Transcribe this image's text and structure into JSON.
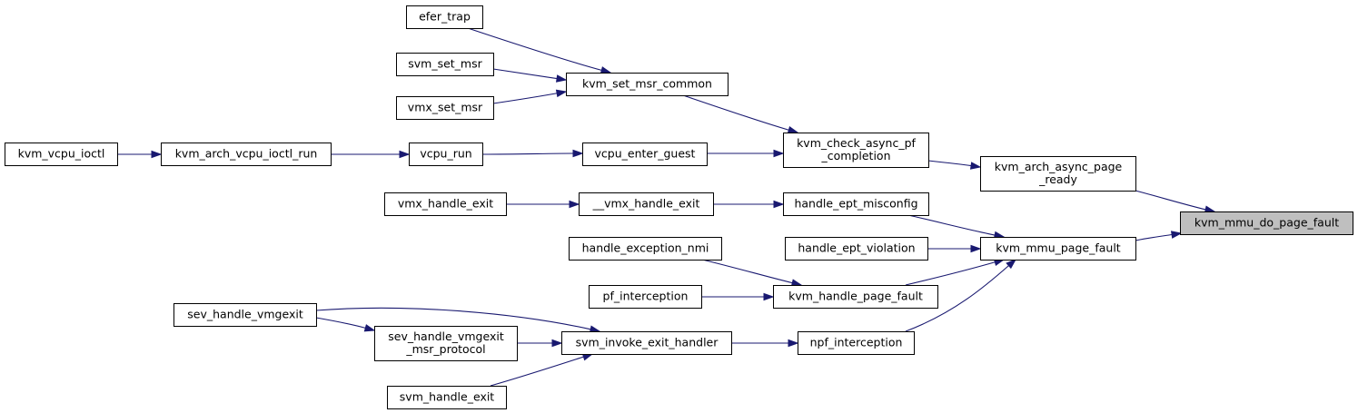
{
  "colors": {
    "edge": "#191970",
    "root_fill": "#bfbfbf",
    "node_fill": "#ffffff",
    "border": "#000000"
  },
  "nodes": [
    {
      "id": "kvm_mmu_do_page_fault",
      "lines": [
        "kvm_mmu_do_page_fault"
      ],
      "root": true
    },
    {
      "id": "kvm_arch_async_page_ready",
      "lines": [
        "kvm_arch_async_page",
        "_ready"
      ]
    },
    {
      "id": "kvm_mmu_page_fault",
      "lines": [
        "kvm_mmu_page_fault"
      ]
    },
    {
      "id": "kvm_check_async_pf_completion",
      "lines": [
        "kvm_check_async_pf",
        "_completion"
      ]
    },
    {
      "id": "handle_ept_misconfig",
      "lines": [
        "handle_ept_misconfig"
      ]
    },
    {
      "id": "handle_ept_violation",
      "lines": [
        "handle_ept_violation"
      ]
    },
    {
      "id": "kvm_handle_page_fault",
      "lines": [
        "kvm_handle_page_fault"
      ]
    },
    {
      "id": "npf_interception",
      "lines": [
        "npf_interception"
      ]
    },
    {
      "id": "kvm_set_msr_common",
      "lines": [
        "kvm_set_msr_common"
      ]
    },
    {
      "id": "vcpu_enter_guest",
      "lines": [
        "vcpu_enter_guest"
      ]
    },
    {
      "id": "__vmx_handle_exit",
      "lines": [
        "__vmx_handle_exit"
      ]
    },
    {
      "id": "handle_exception_nmi",
      "lines": [
        "handle_exception_nmi"
      ]
    },
    {
      "id": "pf_interception",
      "lines": [
        "pf_interception"
      ]
    },
    {
      "id": "svm_invoke_exit_handler",
      "lines": [
        "svm_invoke_exit_handler"
      ]
    },
    {
      "id": "efer_trap",
      "lines": [
        "efer_trap"
      ]
    },
    {
      "id": "svm_set_msr",
      "lines": [
        "svm_set_msr"
      ]
    },
    {
      "id": "vmx_set_msr",
      "lines": [
        "vmx_set_msr"
      ]
    },
    {
      "id": "vcpu_run",
      "lines": [
        "vcpu_run"
      ]
    },
    {
      "id": "vmx_handle_exit",
      "lines": [
        "vmx_handle_exit"
      ]
    },
    {
      "id": "sev_handle_vmgexit_msr_protocol",
      "lines": [
        "sev_handle_vmgexit",
        "_msr_protocol"
      ]
    },
    {
      "id": "svm_handle_exit",
      "lines": [
        "svm_handle_exit"
      ]
    },
    {
      "id": "kvm_arch_vcpu_ioctl_run",
      "lines": [
        "kvm_arch_vcpu_ioctl_run"
      ]
    },
    {
      "id": "sev_handle_vmgexit",
      "lines": [
        "sev_handle_vmgexit"
      ]
    },
    {
      "id": "kvm_vcpu_ioctl",
      "lines": [
        "kvm_vcpu_ioctl"
      ]
    }
  ],
  "edges": [
    {
      "from": "kvm_arch_async_page_ready",
      "to": "kvm_mmu_do_page_fault"
    },
    {
      "from": "kvm_mmu_page_fault",
      "to": "kvm_mmu_do_page_fault"
    },
    {
      "from": "kvm_check_async_pf_completion",
      "to": "kvm_arch_async_page_ready"
    },
    {
      "from": "kvm_set_msr_common",
      "to": "kvm_check_async_pf_completion"
    },
    {
      "from": "vcpu_enter_guest",
      "to": "kvm_check_async_pf_completion"
    },
    {
      "from": "efer_trap",
      "to": "kvm_set_msr_common"
    },
    {
      "from": "svm_set_msr",
      "to": "kvm_set_msr_common"
    },
    {
      "from": "vmx_set_msr",
      "to": "kvm_set_msr_common"
    },
    {
      "from": "vcpu_run",
      "to": "vcpu_enter_guest"
    },
    {
      "from": "kvm_arch_vcpu_ioctl_run",
      "to": "vcpu_run"
    },
    {
      "from": "kvm_vcpu_ioctl",
      "to": "kvm_arch_vcpu_ioctl_run"
    },
    {
      "from": "handle_ept_misconfig",
      "to": "kvm_mmu_page_fault"
    },
    {
      "from": "handle_ept_violation",
      "to": "kvm_mmu_page_fault"
    },
    {
      "from": "kvm_handle_page_fault",
      "to": "kvm_mmu_page_fault"
    },
    {
      "from": "npf_interception",
      "to": "kvm_mmu_page_fault"
    },
    {
      "from": "__vmx_handle_exit",
      "to": "handle_ept_misconfig"
    },
    {
      "from": "vmx_handle_exit",
      "to": "__vmx_handle_exit"
    },
    {
      "from": "handle_exception_nmi",
      "to": "kvm_handle_page_fault"
    },
    {
      "from": "pf_interception",
      "to": "kvm_handle_page_fault"
    },
    {
      "from": "svm_invoke_exit_handler",
      "to": "npf_interception"
    },
    {
      "from": "sev_handle_vmgexit",
      "to": "svm_invoke_exit_handler"
    },
    {
      "from": "sev_handle_vmgexit_msr_protocol",
      "to": "svm_invoke_exit_handler"
    },
    {
      "from": "svm_handle_exit",
      "to": "svm_invoke_exit_handler"
    },
    {
      "from": "sev_handle_vmgexit",
      "to": "sev_handle_vmgexit_msr_protocol"
    }
  ]
}
